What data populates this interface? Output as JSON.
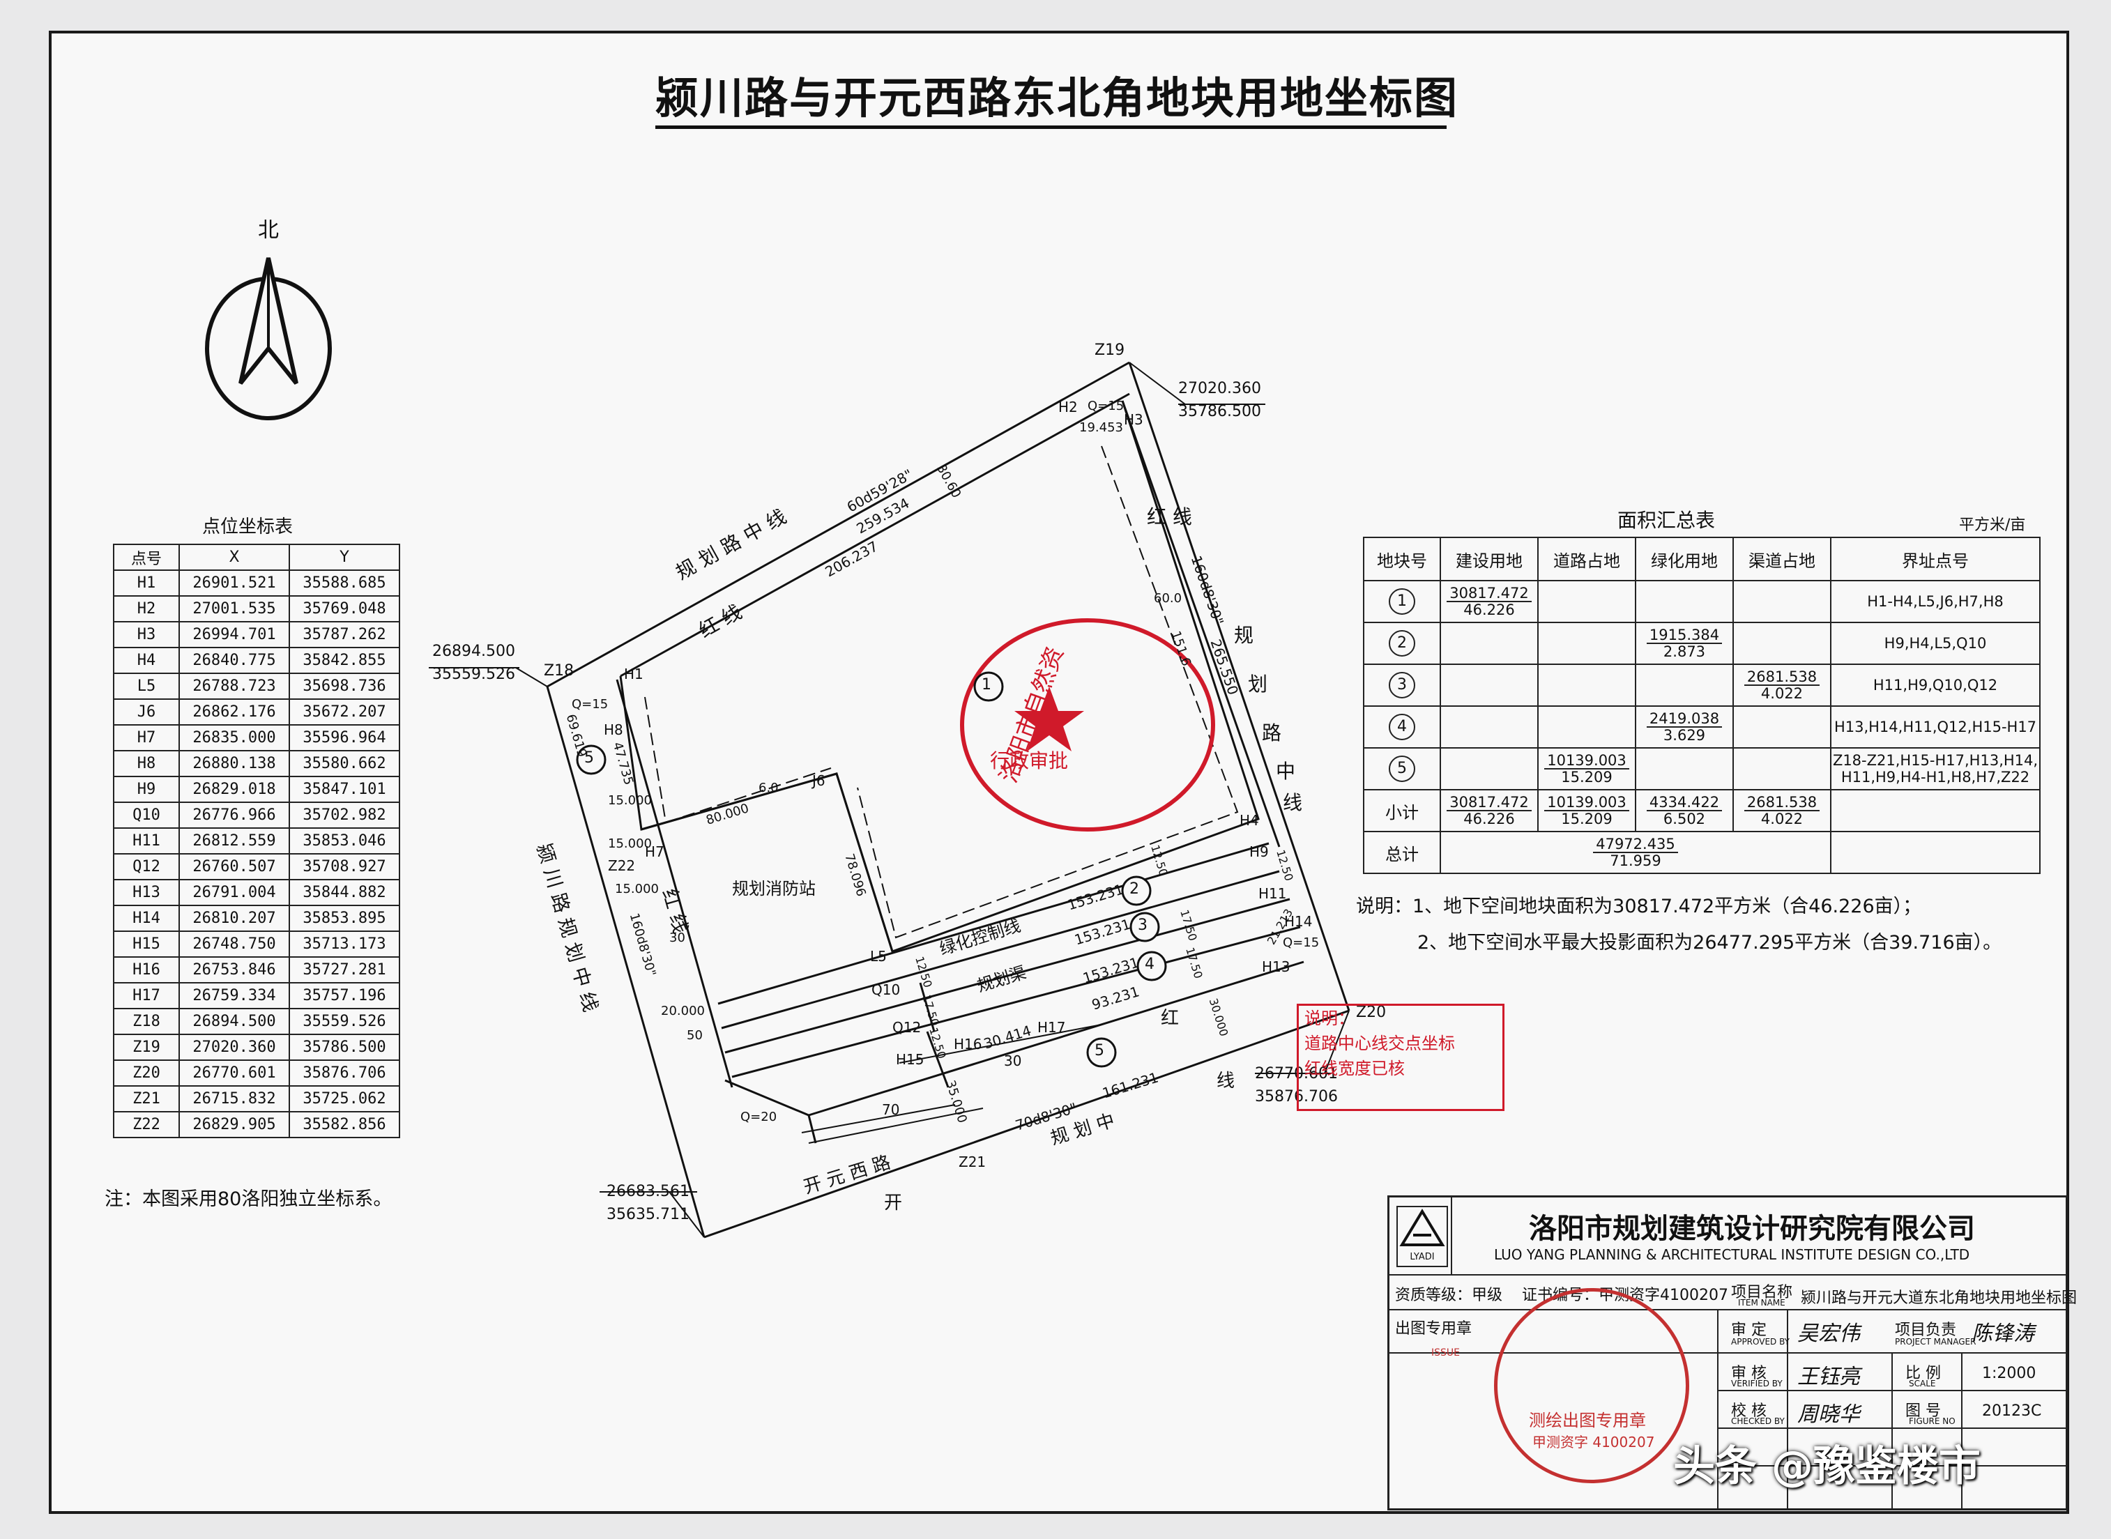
{
  "title": "颍川路与开元西路东北角地块用地坐标图",
  "north_label": "北",
  "point_table": {
    "title": "点位坐标表",
    "headers": [
      "点号",
      "X",
      "Y"
    ],
    "rows": [
      [
        "H1",
        "26901.521",
        "35588.685"
      ],
      [
        "H2",
        "27001.535",
        "35769.048"
      ],
      [
        "H3",
        "26994.701",
        "35787.262"
      ],
      [
        "H4",
        "26840.775",
        "35842.855"
      ],
      [
        "L5",
        "26788.723",
        "35698.736"
      ],
      [
        "J6",
        "26862.176",
        "35672.207"
      ],
      [
        "H7",
        "26835.000",
        "35596.964"
      ],
      [
        "H8",
        "26880.138",
        "35580.662"
      ],
      [
        "H9",
        "26829.018",
        "35847.101"
      ],
      [
        "Q10",
        "26776.966",
        "35702.982"
      ],
      [
        "H11",
        "26812.559",
        "35853.046"
      ],
      [
        "Q12",
        "26760.507",
        "35708.927"
      ],
      [
        "H13",
        "26791.004",
        "35844.882"
      ],
      [
        "H14",
        "26810.207",
        "35853.895"
      ],
      [
        "H15",
        "26748.750",
        "35713.173"
      ],
      [
        "H16",
        "26753.846",
        "35727.281"
      ],
      [
        "H17",
        "26759.334",
        "35757.196"
      ],
      [
        "Z18",
        "26894.500",
        "35559.526"
      ],
      [
        "Z19",
        "27020.360",
        "35786.500"
      ],
      [
        "Z20",
        "26770.601",
        "35876.706"
      ],
      [
        "Z21",
        "26715.832",
        "35725.062"
      ],
      [
        "Z22",
        "26829.905",
        "35582.856"
      ]
    ]
  },
  "coord_note": "注：本图采用80洛阳独立坐标系。",
  "area_table": {
    "title": "面积汇总表",
    "unit": "平方米/亩",
    "headers": [
      "地块号",
      "建设用地",
      "道路占地",
      "绿化用地",
      "渠道占地",
      "界址点号"
    ],
    "rows": [
      {
        "id": "1",
        "build": [
          "30817.472",
          "46.226"
        ],
        "road": null,
        "green": null,
        "canal": null,
        "pts": "H1-H4,L5,J6,H7,H8"
      },
      {
        "id": "2",
        "build": null,
        "road": null,
        "green": [
          "1915.384",
          "2.873"
        ],
        "canal": null,
        "pts": "H9,H4,L5,Q10"
      },
      {
        "id": "3",
        "build": null,
        "road": null,
        "green": null,
        "canal": [
          "2681.538",
          "4.022"
        ],
        "pts": "H11,H9,Q10,Q12"
      },
      {
        "id": "4",
        "build": null,
        "road": null,
        "green": [
          "2419.038",
          "3.629"
        ],
        "canal": null,
        "pts": "H13,H14,H11,Q12,H15-H17"
      },
      {
        "id": "5",
        "build": null,
        "road": [
          "10139.003",
          "15.209"
        ],
        "green": null,
        "canal": null,
        "pts": "Z18-Z21,H15-H17,H13,H14,\nH11,H9,H4-H1,H8,H7,Z22"
      }
    ],
    "subtotal_label": "小计",
    "subtotal": {
      "build": [
        "30817.472",
        "46.226"
      ],
      "road": [
        "10139.003",
        "15.209"
      ],
      "green": [
        "4334.422",
        "6.502"
      ],
      "canal": [
        "2681.538",
        "4.022"
      ]
    },
    "total_label": "总计",
    "total": [
      "47972.435",
      "71.959"
    ]
  },
  "notes": {
    "label": "说明：",
    "line1": "1、地下空间地块面积为30817.472平方米（合46.226亩）；",
    "line2": "2、地下空间水平最大投影面积为26477.295平方米（合39.716亩）。"
  },
  "map_labels": {
    "z19": "Z19",
    "z19_x": "27020.360",
    "z19_y": "35786.500",
    "z18": "Z18",
    "z18_x": "26894.500",
    "z18_y": "35559.526",
    "z20": "Z20",
    "z20_x": "26770.601",
    "z20_y": "35876.706",
    "south_x": "26683.561",
    "south_y": "35635.711",
    "h1": "H1",
    "h2": "H2",
    "h3": "H3",
    "h4": "H4",
    "h7": "H7",
    "h8": "H8",
    "h9": "H9",
    "h11": "H11",
    "h13": "H13",
    "h14": "H14",
    "h15": "H15",
    "h16": "H16",
    "h17": "H17",
    "l5": "L5",
    "j6": "J6",
    "q10": "Q10",
    "q12": "Q12",
    "z21": "Z21",
    "z22": "Z22",
    "q15a": "Q=15",
    "q15b": "Q=15",
    "q15c": "Q=15",
    "q20": "Q=20",
    "north_road": "规 划 路 中 线",
    "north_red": "红 线",
    "north_angle": "60d59'28\"",
    "north_len1": "259.534",
    "north_len2": "206.237",
    "north_w": "30.60",
    "h2h3": "19.453",
    "east_angle": "160d8'30\"",
    "east_len": "265.550",
    "east_len2": "151.6",
    "east_w": "60.0",
    "east_road1": "规",
    "east_road2": "划",
    "east_road3": "路",
    "east_road4": "中",
    "east_road5": "线",
    "east_red": "红 线",
    "west_road": "颍 川 路 规 划 中 线",
    "west_red": "红 线",
    "west_len": "69.619",
    "west_len2": "47.735",
    "west_angle": "160d8'30\"",
    "station": "规划消防站",
    "len_80": "80.000",
    "len_78": "78.096",
    "len_60": "6.0",
    "w15a": "15.000",
    "w15b": "15.000",
    "w15c": "15.000",
    "w20": "20.000",
    "num30": "30",
    "num50": "50",
    "green_ctrl": "绿化控制线",
    "len_153a": "153.231",
    "len_153b": "153.231",
    "len_153c": "153.231",
    "canal": "规划渠",
    "len_93": "93.231",
    "red": "红",
    "line": "线",
    "len_30414": "30.414",
    "len_30b": "30",
    "len_70": "70",
    "len_35": "35.000",
    "s_angle": "70d8'30\"",
    "len_161": "161.231",
    "s_road": "规 划 中",
    "kaiyuan": "开 元 西 路",
    "kaiyuan2": "开",
    "w1250a": "12.50",
    "w1250b": "12.50",
    "w1750a": "17.50",
    "w1750b": "17.50",
    "w30": "30.000",
    "w1250c": "12.50",
    "w1750c": "17.50",
    "w1250d": "12.50",
    "w21213": "21.213",
    "seal_text": "洛阳市自然资",
    "seal_sub": "行政审批",
    "c1": "1",
    "c2": "2",
    "c3": "3",
    "c4": "4",
    "c5a": "5",
    "c5b": "5"
  },
  "red_stamp": {
    "line1": "道路中心线交点坐标",
    "line2": "红线宽度已核",
    "prefix": "说明："
  },
  "title_block": {
    "company": "洛阳市规划建筑设计研究院有限公司",
    "company_en": "LUO YANG PLANNING & ARCHITECTURAL INSTITUTE DESIGN CO.,LTD",
    "logo": "LYADI",
    "qual": "资质等级：甲级",
    "cert": "证书编号：甲测资字4100207",
    "seal_label": "出图专用章",
    "seal_en": "ISSUE",
    "seal_mid": "测绘出图专用章",
    "seal_no": "甲测资字 4100207",
    "item_label": "项目名称",
    "item_en": "ITEM NAME",
    "item_value": "颍川路与开元大道东北角地块用地坐标图",
    "approve_label": "审 定",
    "approve_en": "APPROVED BY",
    "approve_sig": "吴宏伟",
    "pm_label": "项目负责",
    "pm_en": "PROJECT MANAGER",
    "pm_sig": "陈锋涛",
    "verify_label": "审 核",
    "verify_en": "VERIFIED BY",
    "verify_sig": "王钰亮",
    "scale_label": "比 例",
    "scale_en": "SCALE",
    "scale_value": "1:2000",
    "check_label": "校 核",
    "check_en": "CHECKED BY",
    "check_sig": "周晓华",
    "fig_label": "图 号",
    "fig_en": "FIGURE NO",
    "fig_value": "20123C"
  },
  "watermark": "头条 @豫鉴楼市",
  "colors": {
    "stamp_red": "#d01a2a",
    "ink": "#111111"
  }
}
